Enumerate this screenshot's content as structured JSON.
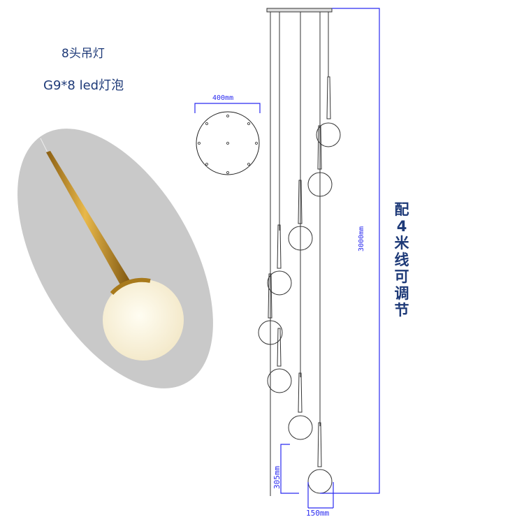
{
  "labels": {
    "title": "8头吊灯",
    "bulb": "G9*8 led灯泡",
    "cable_note": "配4米线 可调节"
  },
  "dimensions": {
    "canopy_diameter": "400mm",
    "total_height": "3000mm",
    "globe_spacing": "305mm",
    "globe_diameter": "150mm"
  },
  "colors": {
    "text": "#1e3a78",
    "dimension": "#2a2af0",
    "brass": "#c4922a",
    "backdrop": "#c9c9c9"
  }
}
